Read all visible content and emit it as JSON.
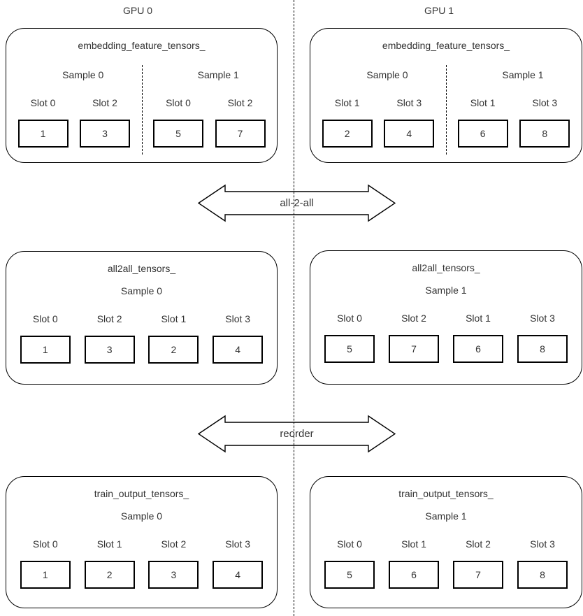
{
  "header": {
    "gpu0_label": "GPU 0",
    "gpu1_label": "GPU 1"
  },
  "arrows": {
    "all2all": {
      "label": "all-2-all"
    },
    "reorder": {
      "label": "reorder"
    }
  },
  "boxes": {
    "embedding_gpu0": {
      "title": "embedding_feature_tensors_",
      "samples": [
        {
          "label": "Sample 0",
          "slots": [
            {
              "label": "Slot 0",
              "value": "1"
            },
            {
              "label": "Slot 2",
              "value": "3"
            }
          ]
        },
        {
          "label": "Sample 1",
          "slots": [
            {
              "label": "Slot 0",
              "value": "5"
            },
            {
              "label": "Slot 2",
              "value": "7"
            }
          ]
        }
      ]
    },
    "embedding_gpu1": {
      "title": "embedding_feature_tensors_",
      "samples": [
        {
          "label": "Sample 0",
          "slots": [
            {
              "label": "Slot 1",
              "value": "2"
            },
            {
              "label": "Slot 3",
              "value": "4"
            }
          ]
        },
        {
          "label": "Sample 1",
          "slots": [
            {
              "label": "Slot 1",
              "value": "6"
            },
            {
              "label": "Slot 3",
              "value": "8"
            }
          ]
        }
      ]
    },
    "all2all_gpu0": {
      "title": "all2all_tensors_",
      "sample": "Sample 0",
      "slots": [
        {
          "label": "Slot 0",
          "value": "1"
        },
        {
          "label": "Slot 2",
          "value": "3"
        },
        {
          "label": "Slot 1",
          "value": "2"
        },
        {
          "label": "Slot 3",
          "value": "4"
        }
      ]
    },
    "all2all_gpu1": {
      "title": "all2all_tensors_",
      "sample": "Sample 1",
      "slots": [
        {
          "label": "Slot 0",
          "value": "5"
        },
        {
          "label": "Slot 2",
          "value": "7"
        },
        {
          "label": "Slot 1",
          "value": "6"
        },
        {
          "label": "Slot 3",
          "value": "8"
        }
      ]
    },
    "train_gpu0": {
      "title": "train_output_tensors_",
      "sample": "Sample 0",
      "slots": [
        {
          "label": "Slot 0",
          "value": "1"
        },
        {
          "label": "Slot 1",
          "value": "2"
        },
        {
          "label": "Slot 2",
          "value": "3"
        },
        {
          "label": "Slot 3",
          "value": "4"
        }
      ]
    },
    "train_gpu1": {
      "title": "train_output_tensors_",
      "sample": "Sample 1",
      "slots": [
        {
          "label": "Slot 0",
          "value": "5"
        },
        {
          "label": "Slot 1",
          "value": "6"
        },
        {
          "label": "Slot 2",
          "value": "7"
        },
        {
          "label": "Slot 3",
          "value": "8"
        }
      ]
    }
  },
  "colors": {
    "line": "#000000",
    "text": "#333333",
    "background": "#ffffff"
  }
}
